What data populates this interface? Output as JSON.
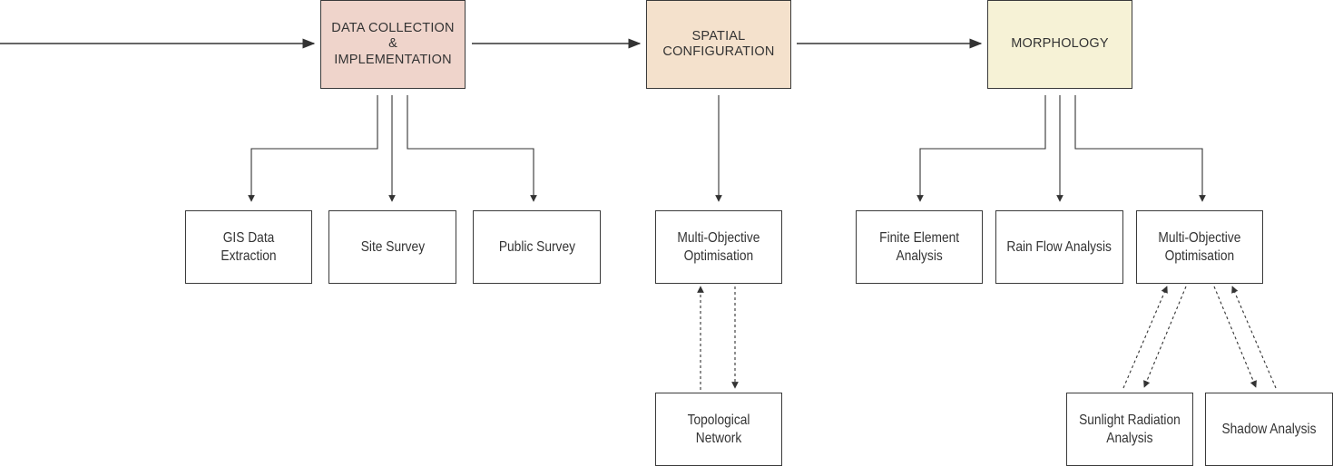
{
  "colors": {
    "data_collection": "#efd4cb",
    "spatial": "#f4e1cc",
    "morphology": "#f6f2d6",
    "line": "#333333",
    "box_border": "#3a3a3a"
  },
  "stages": {
    "data_collection": "DATA COLLECTION\n&\nIMPLEMENTATION",
    "spatial": "SPATIAL\nCONFIGURATION",
    "morphology": "MORPHOLOGY"
  },
  "tasks": {
    "gis": "GIS Data Extraction",
    "site": "Site Survey",
    "public": "Public Survey",
    "moo_spatial": "Multi-Objective\nOptimisation",
    "topological": "Topological Network",
    "fea": "Finite Element\nAnalysis",
    "rain": "Rain Flow Analysis",
    "moo_morph": "Multi-Objective\nOptimisation",
    "sunlight": "Sunlight Radiation\nAnalysis",
    "shadow": "Shadow Analysis"
  }
}
